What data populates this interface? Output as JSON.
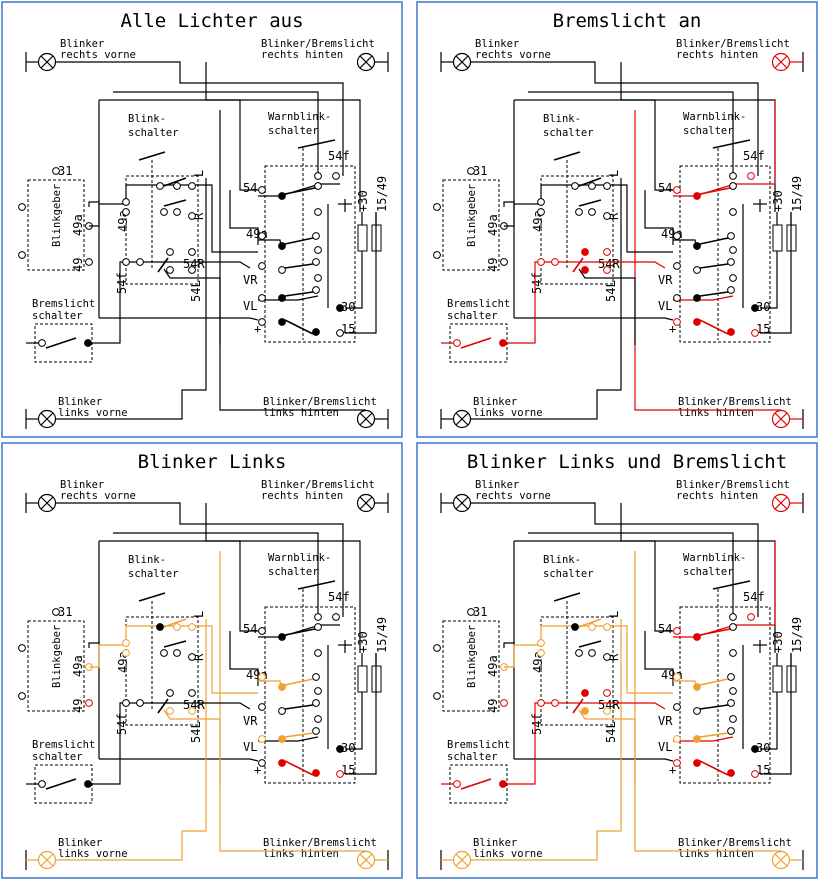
{
  "colors": {
    "frame": "#3a78c8",
    "wire_off": "#000000",
    "brake": "#e00000",
    "blinker": "#f0a030"
  },
  "panels": [
    {
      "title": "Alle Lichter aus",
      "state": {
        "brake": false,
        "blink_left": false
      },
      "lamps": {
        "front_right": "Blinker\nrechts vorne",
        "rear_right": "Blinker/Bremslicht\nrechts hinten",
        "front_left": "Blinker\nlinks vorne",
        "rear_left": "Blinker/Bremslicht\nlinks hinten"
      }
    },
    {
      "title": "Bremslicht an",
      "state": {
        "brake": true,
        "blink_left": false
      },
      "lamps": {
        "front_right": "Blinker\nrechts vorne",
        "rear_right": "Blinker/Bremslicht\nrechts hinten",
        "front_left": "Blinker\nlinks vorne",
        "rear_left": "Blinker/Bremslicht\nlinks hinten"
      }
    },
    {
      "title": "Blinker Links",
      "state": {
        "brake": false,
        "blink_left": true
      },
      "lamps": {
        "front_right": "Blinker\nrechts vorne",
        "rear_right": "Blinker/Bremslicht\nrechts hinten",
        "front_left": "Blinker\nlinks vorne",
        "rear_left": "Blinker/Bremslicht\nlinks hinten"
      }
    },
    {
      "title": "Blinker Links und Bremslicht",
      "state": {
        "brake": true,
        "blink_left": true
      },
      "lamps": {
        "front_right": "Blinker\nrechts vorne",
        "rear_right": "Blinker/Bremslicht\nrechts hinten",
        "front_left": "Blinker\nlinks vorne",
        "rear_left": "Blinker/Bremslicht\nlinks hinten"
      }
    }
  ],
  "labels": {
    "blinkgeber": "Blinkgeber",
    "blinkgeber_31": "31",
    "blinkgeber_49a": "49a",
    "blinkgeber_49": "49",
    "blinkschalter": "Blink-\nschalter",
    "blinkschalter_49a": "49a",
    "blinkschalter_54f": "54f",
    "blinkschalter_L": "L",
    "blinkschalter_R": "R",
    "blinkschalter_54R": "54R",
    "blinkschalter_54L": "54L",
    "warnblinkschalter": "Warnblink-\nschalter",
    "warn_54f": "54f",
    "warn_54": "54",
    "warn_49a": "49a",
    "warn_VR": "VR",
    "warn_VL": "VL",
    "warn_30": "30",
    "warn_15": "15",
    "warn_plus": "+",
    "fuse_30": "+30",
    "fuse_1549": "15/49",
    "bremslichtschalter": "Bremslicht\nschalter"
  }
}
